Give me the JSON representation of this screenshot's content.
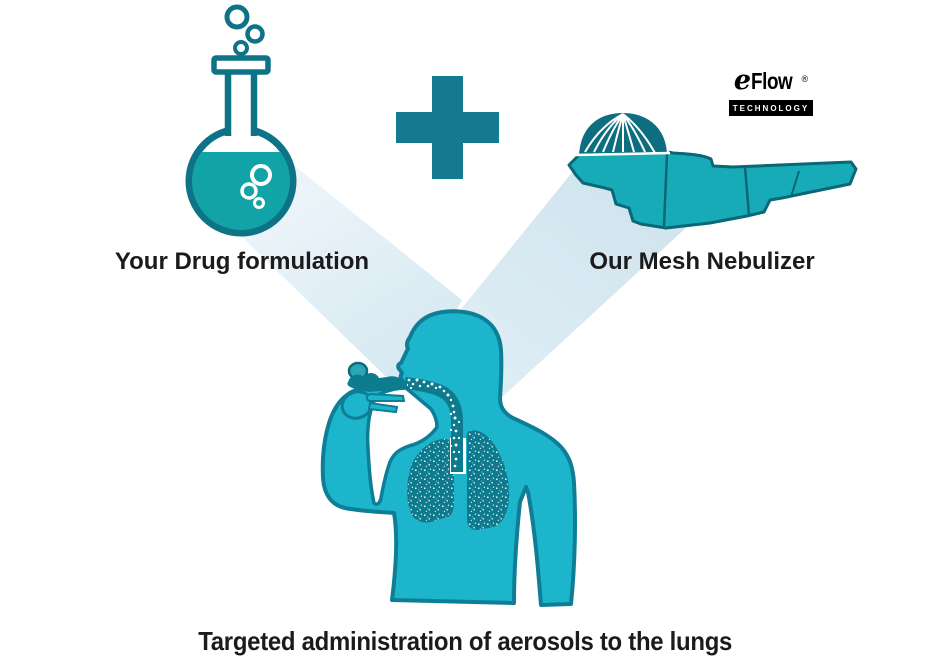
{
  "labels": {
    "drug_formulation": "Your Drug formulation",
    "mesh_nebulizer": "Our Mesh Nebulizer",
    "caption": "Targeted administration of aerosols to the lungs"
  },
  "logo": {
    "brand_e": "e",
    "brand_rest": "Flow",
    "registered": "®",
    "subtitle": "TECHNOLOGY"
  },
  "icons": {
    "flask": "flask-icon",
    "plus": "plus-icon",
    "nebulizer": "mesh-nebulizer-icon",
    "person": "person-inhaling-icon"
  },
  "colors": {
    "body_cyan": "#1db5cb",
    "outline_teal": "#0e7e97",
    "lung_teal": "#0d7a8e",
    "flask_liquid": "#12a3a8",
    "plus_teal": "#137a90",
    "nebulizer_body": "#16abb6",
    "dome_teal": "#0d6e80",
    "beam_blue": "#d3e7f1"
  }
}
